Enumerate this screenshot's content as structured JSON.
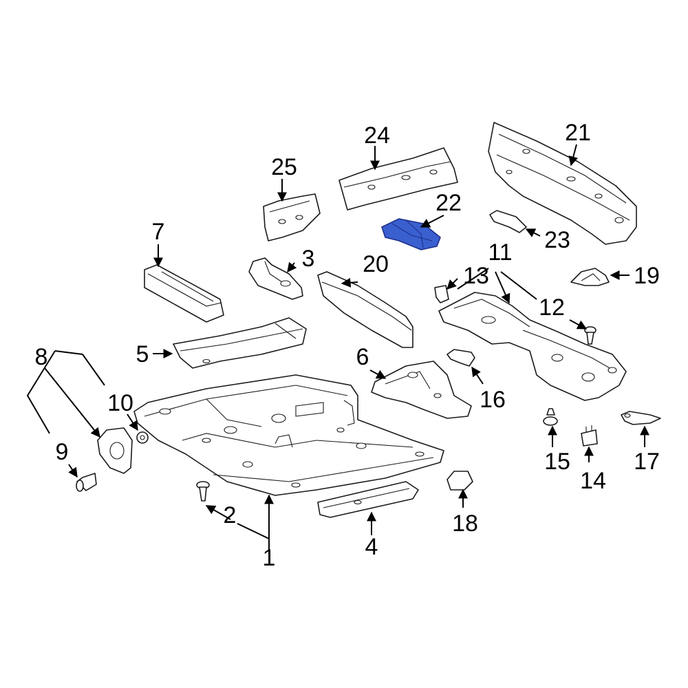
{
  "colors": {
    "highlight": "#3a5fcf",
    "highlight_stroke": "#1d2f8a",
    "line": "#1a1a1a",
    "background": "#ffffff"
  },
  "callouts": {
    "c1": "1",
    "c2": "2",
    "c3": "3",
    "c4": "4",
    "c5": "5",
    "c6": "6",
    "c7": "7",
    "c8": "8",
    "c9": "9",
    "c10": "10",
    "c11": "11",
    "c12": "12",
    "c13": "13",
    "c14": "14",
    "c15": "15",
    "c16": "16",
    "c17": "17",
    "c18": "18",
    "c19": "19",
    "c20": "20",
    "c21": "21",
    "c22": "22",
    "c23": "23",
    "c24": "24",
    "c25": "25"
  },
  "highlighted_part": "22"
}
